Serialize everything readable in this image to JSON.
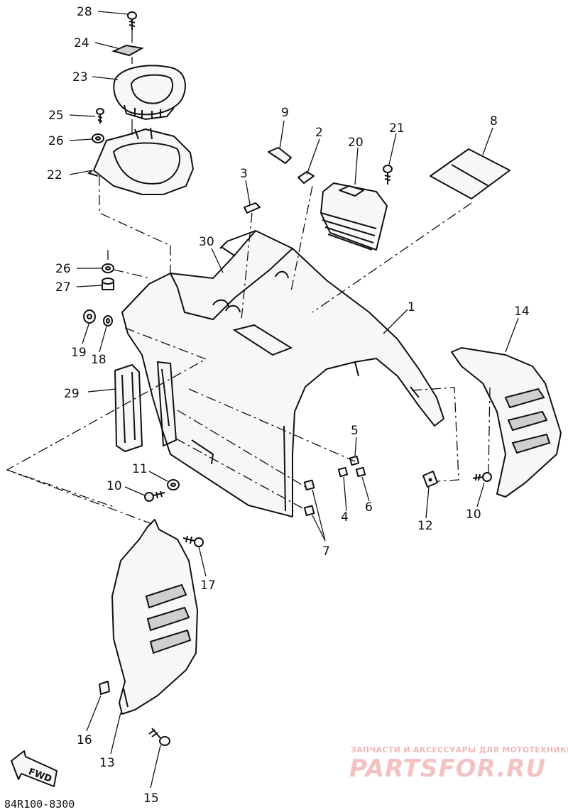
{
  "callouts": [
    "28",
    "24",
    "23",
    "25",
    "26",
    "22",
    "9",
    "2",
    "20",
    "21",
    "8",
    "3",
    "30",
    "26",
    "27",
    "19",
    "18",
    "1",
    "14",
    "29",
    "5",
    "11",
    "10",
    "4",
    "6",
    "12",
    "10",
    "7",
    "17",
    "16",
    "13",
    "15"
  ],
  "fwd_label": "FWD",
  "diagram_code": "84R100-8300",
  "watermark": {
    "line1": "ЗАПЧАСТИ И АКСЕССУАРЫ ДЛЯ МОТОТЕХНИКИ",
    "logo": "PARTSFOR.RU"
  },
  "colors": {
    "ink": "#111111",
    "watermark": "#f0b8b8",
    "background": "#ffffff"
  }
}
